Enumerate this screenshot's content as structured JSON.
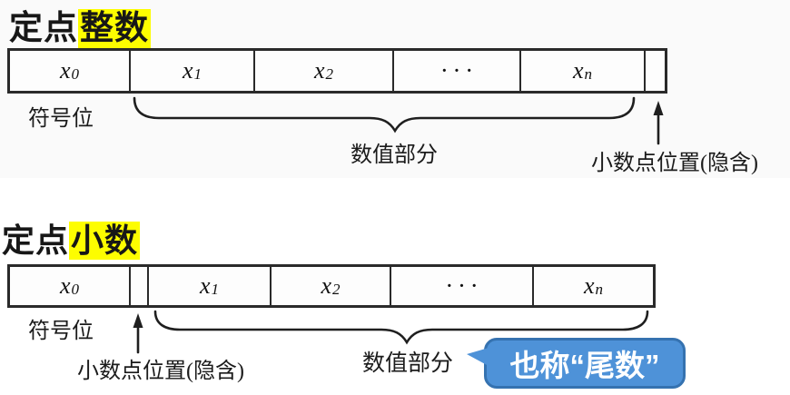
{
  "colors": {
    "highlight_yellow": "#fdfd00",
    "callout_blue_fill": "#4e92d8",
    "callout_blue_border": "#3572b0",
    "line_color": "#1f1f1f"
  },
  "integer_section": {
    "title_prefix": "定点",
    "title_highlight": "整数",
    "cells": [
      {
        "base": "x",
        "sub": "0"
      },
      {
        "base": "x",
        "sub": "1"
      },
      {
        "base": "x",
        "sub": "2"
      },
      {
        "base": "···",
        "sub": ""
      },
      {
        "base": "x",
        "sub": "n"
      }
    ],
    "sign_bit_label": "符号位",
    "value_part_label": "数值部分",
    "decimal_point_label": "小数点位置(隐含)"
  },
  "fraction_section": {
    "title_prefix": "定点",
    "title_highlight": "小数",
    "cells": [
      {
        "base": "x",
        "sub": "0"
      },
      {
        "base": "x",
        "sub": "1"
      },
      {
        "base": "x",
        "sub": "2"
      },
      {
        "base": "···",
        "sub": ""
      },
      {
        "base": "x",
        "sub": "n"
      }
    ],
    "sign_bit_label": "符号位",
    "value_part_label": "数值部分",
    "decimal_point_label": "小数点位置(隐含)",
    "callout_label": "也称“尾数”"
  }
}
